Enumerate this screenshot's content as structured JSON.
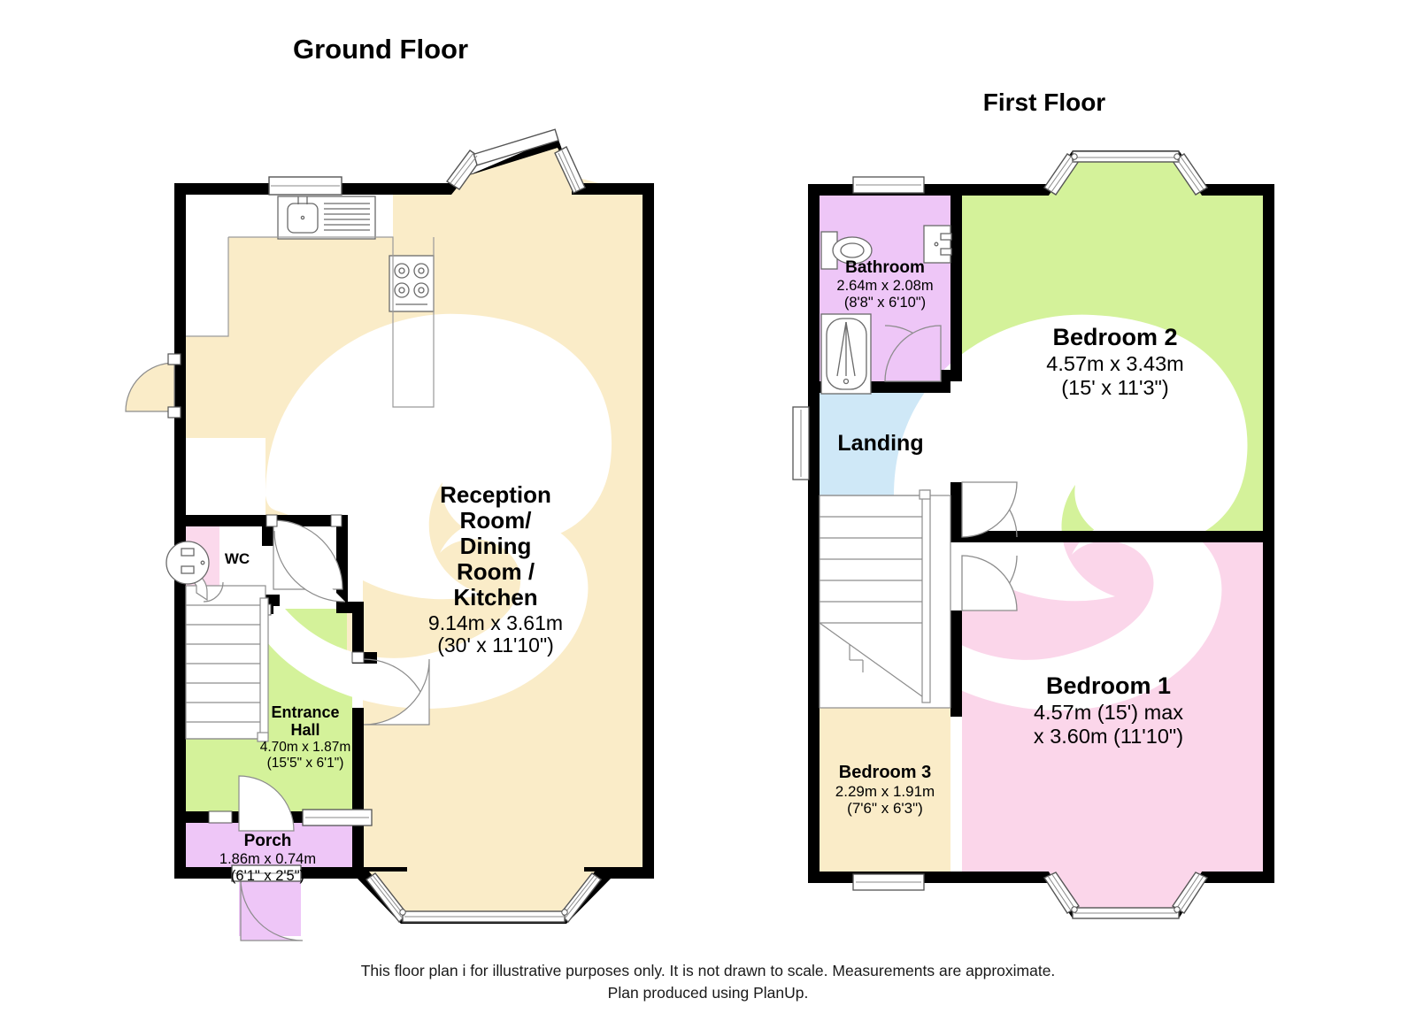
{
  "document": {
    "type": "floor-plan",
    "footer_line1": "This floor plan i for illustrative purposes only. It is not drawn to scale. Measurements are approximate.",
    "footer_line2": "Plan produced using PlanUp."
  },
  "colors": {
    "wall": "#000000",
    "cream": "#faecc8",
    "green": "#d4f29a",
    "pink_light": "#fbd9ec",
    "pink_bed1": "#fbd6ea",
    "violet": "#eec6f7",
    "blue": "#cfe8f7",
    "bathroom": "#eec6f7",
    "white": "#ffffff",
    "text": "#000000"
  },
  "floors": [
    {
      "id": "ground-floor",
      "title": "Ground Floor",
      "rooms": [
        {
          "id": "reception-dining-kitchen",
          "name_lines": [
            "Reception",
            "Room/",
            "Dining",
            "Room /",
            "Kitchen"
          ],
          "dim_metric": "9.14m x 3.61m",
          "dim_imperial": "(30' x 11'10\")",
          "fill": "#faecc8"
        },
        {
          "id": "entrance-hall",
          "name_lines": [
            "Entrance",
            "Hall"
          ],
          "dim_metric": "4.70m x 1.87m",
          "dim_imperial": "(15'5\" x 6'1\")",
          "fill": "#d4f29a"
        },
        {
          "id": "wc",
          "name_lines": [
            "WC"
          ],
          "dim_metric": "",
          "dim_imperial": "",
          "fill": "#fbd9ec"
        },
        {
          "id": "porch",
          "name_lines": [
            "Porch"
          ],
          "dim_metric": "1.86m x 0.74m",
          "dim_imperial": "(6'1\" x 2'5\")",
          "fill": "#eec6f7"
        }
      ],
      "fixtures": [
        "kitchen-sink",
        "kitchen-hob",
        "wc-toilet",
        "staircase",
        "bay-window"
      ]
    },
    {
      "id": "first-floor",
      "title": "First Floor",
      "rooms": [
        {
          "id": "bathroom",
          "name_lines": [
            "Bathroom"
          ],
          "dim_metric": "2.64m x 2.08m",
          "dim_imperial": "(8'8\" x 6'10\")",
          "fill": "#eec6f7"
        },
        {
          "id": "bedroom-2",
          "name_lines": [
            "Bedroom 2"
          ],
          "dim_metric": "4.57m x 3.43m",
          "dim_imperial": "(15' x 11'3\")",
          "fill": "#d4f29a"
        },
        {
          "id": "bedroom-1",
          "name_lines": [
            "Bedroom 1"
          ],
          "dim_metric": "4.57m (15') max",
          "dim_imperial": "x 3.60m (11'10\")",
          "fill": "#fbd6ea"
        },
        {
          "id": "bedroom-3",
          "name_lines": [
            "Bedroom 3"
          ],
          "dim_metric": "2.29m x 1.91m",
          "dim_imperial": "(7'6\" x 6'3\")",
          "fill": "#faecc8"
        },
        {
          "id": "landing",
          "name_lines": [
            "Landing"
          ],
          "dim_metric": "",
          "dim_imperial": "",
          "fill": "#cfe8f7"
        }
      ],
      "fixtures": [
        "toilet",
        "bath",
        "wash-basin",
        "staircase",
        "bay-window"
      ]
    }
  ],
  "labels": {
    "reception_name_1": "Reception",
    "reception_name_2": "Room/",
    "reception_name_3": "Dining",
    "reception_name_4": "Room /",
    "reception_name_5": "Kitchen",
    "reception_dim1": "9.14m x 3.61m",
    "reception_dim2": "(30' x 11'10\")",
    "hall_name_1": "Entrance",
    "hall_name_2": "Hall",
    "hall_dim1": "4.70m x 1.87m",
    "hall_dim2": "(15'5\" x 6'1\")",
    "wc_name": "WC",
    "porch_name": "Porch",
    "porch_dim1": "1.86m x 0.74m",
    "porch_dim2": "(6'1\" x 2'5\")",
    "bathroom_name": "Bathroom",
    "bathroom_dim1": "2.64m x 2.08m",
    "bathroom_dim2": "(8'8\" x 6'10\")",
    "bed2_name": "Bedroom 2",
    "bed2_dim1": "4.57m x 3.43m",
    "bed2_dim2": "(15' x 11'3\")",
    "bed1_name": "Bedroom 1",
    "bed1_dim1": "4.57m (15') max",
    "bed1_dim2": "x 3.60m (11'10\")",
    "bed3_name": "Bedroom 3",
    "bed3_dim1": "2.29m x 1.91m",
    "bed3_dim2": "(7'6\" x 6'3\")",
    "landing_name": "Landing"
  }
}
